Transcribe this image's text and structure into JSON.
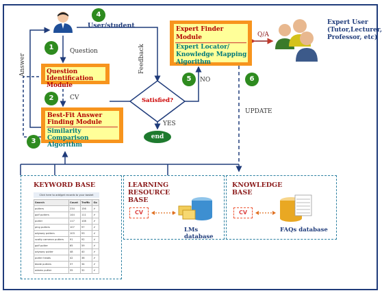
{
  "user": {
    "label": "User/student"
  },
  "expert": {
    "label": "Expert User",
    "detail": "(Tutor,Lecturer, Professor, etc)"
  },
  "steps": [
    "1",
    "2",
    "3",
    "4",
    "5",
    "6"
  ],
  "edges": {
    "question": "Question",
    "cv": "CV",
    "answer": "Answer",
    "feedback": "Feedback",
    "no": "NO",
    "yes": "YES",
    "qa": "Q/A",
    "update": "UPDATE"
  },
  "modules": {
    "question_id": "Question Identification Module",
    "best_fit": "Best-Fit Answer Finding Module",
    "similarity": "Similarity Comparison Algorithm",
    "expert_finder": "Expert Finder Module",
    "expert_locator": "Expert Locator/ Knowledge Mapping Algorithm"
  },
  "decision": {
    "label": "Satisfied?"
  },
  "end": {
    "label": "end"
  },
  "panels": {
    "keyword": {
      "title": "KEYWORD BASE"
    },
    "learning": {
      "title": "LEARNING RESOURCE BASE",
      "cv": "CV",
      "db": "LMs database"
    },
    "knowledge": {
      "title": "KNOWLEDGE BASE",
      "cv": "CV",
      "db": "FAQs database"
    }
  },
  "keyword_table": {
    "banner": "Click here to add/get records to your basket",
    "headers": [
      "Search",
      "Count",
      "Traffic",
      "Go"
    ],
    "rows": [
      [
        "putters",
        "234",
        "156"
      ],
      [
        "golf putters",
        "144",
        "111"
      ],
      [
        "putter",
        "117",
        "108"
      ],
      [
        "ping putters",
        "107",
        "97"
      ],
      [
        "odyssey putters",
        "103",
        "93"
      ],
      [
        "scotty cameron putters",
        "91",
        "92"
      ],
      [
        "golf putter",
        "65",
        "59"
      ],
      [
        "odyssey putter",
        "48",
        "40"
      ],
      [
        "putter heads",
        "42",
        "36"
      ],
      [
        "blade putters",
        "37",
        "34"
      ],
      [
        "adams putter",
        "35",
        "32"
      ]
    ]
  }
}
